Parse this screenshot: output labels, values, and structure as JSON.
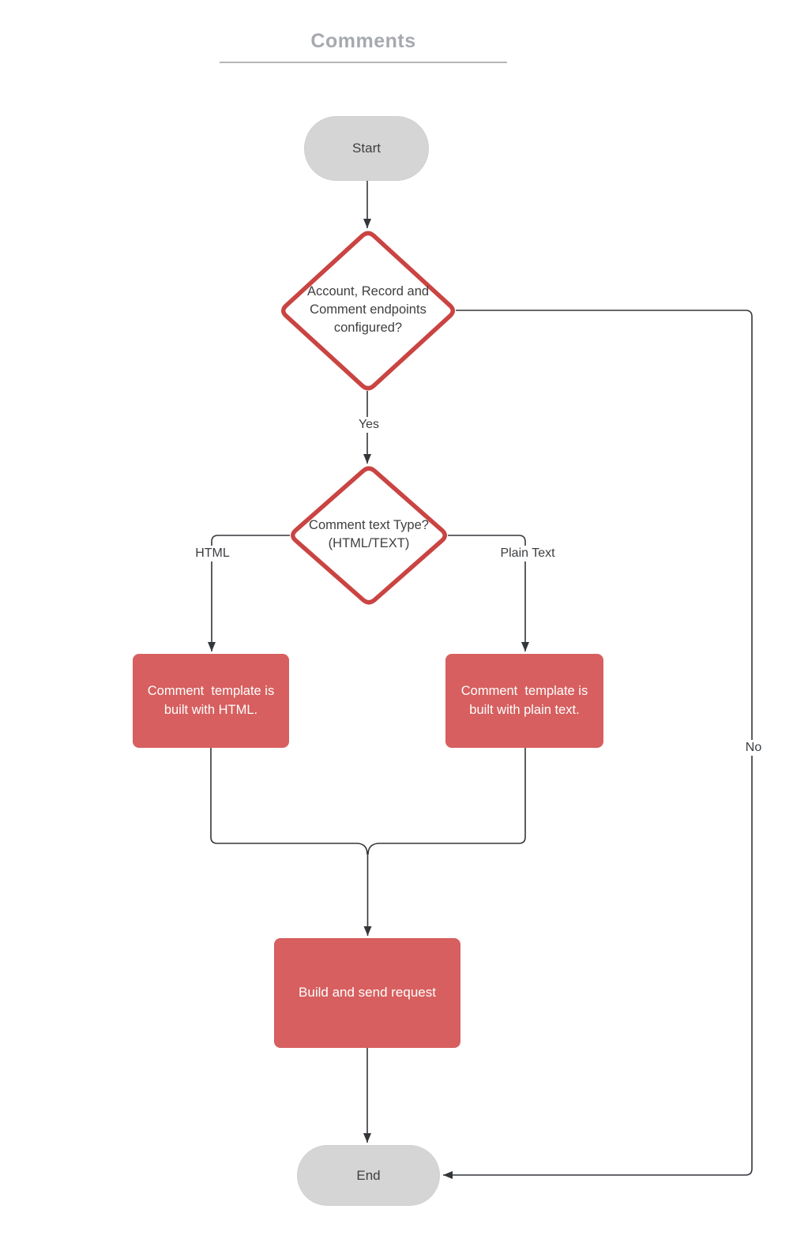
{
  "title": "Comments",
  "colors": {
    "title_text": "#a6a9ae",
    "terminal_fill": "#d5d5d5",
    "process_fill": "#d75f5f",
    "decision_stroke": "#c94442",
    "connector": "#33363a",
    "node_text_dark": "#3f3f3f",
    "process_text": "#ffffff"
  },
  "nodes": {
    "start": {
      "label": "Start",
      "type": "terminal"
    },
    "decision_endpoints": {
      "label": "Account, Record and Comment endpoints configured?",
      "type": "decision"
    },
    "decision_text_type": {
      "label": "Comment text Type? (HTML/TEXT)",
      "type": "decision"
    },
    "template_html": {
      "label": "Comment  template is built with HTML.",
      "type": "process"
    },
    "template_plain": {
      "label": "Comment  template is built with plain text.",
      "type": "process"
    },
    "build_request": {
      "label": "Build and send request",
      "type": "process"
    },
    "end": {
      "label": "End",
      "type": "terminal"
    }
  },
  "edge_labels": {
    "yes": "Yes",
    "no": "No",
    "html": "HTML",
    "plain_text": "Plain Text"
  }
}
